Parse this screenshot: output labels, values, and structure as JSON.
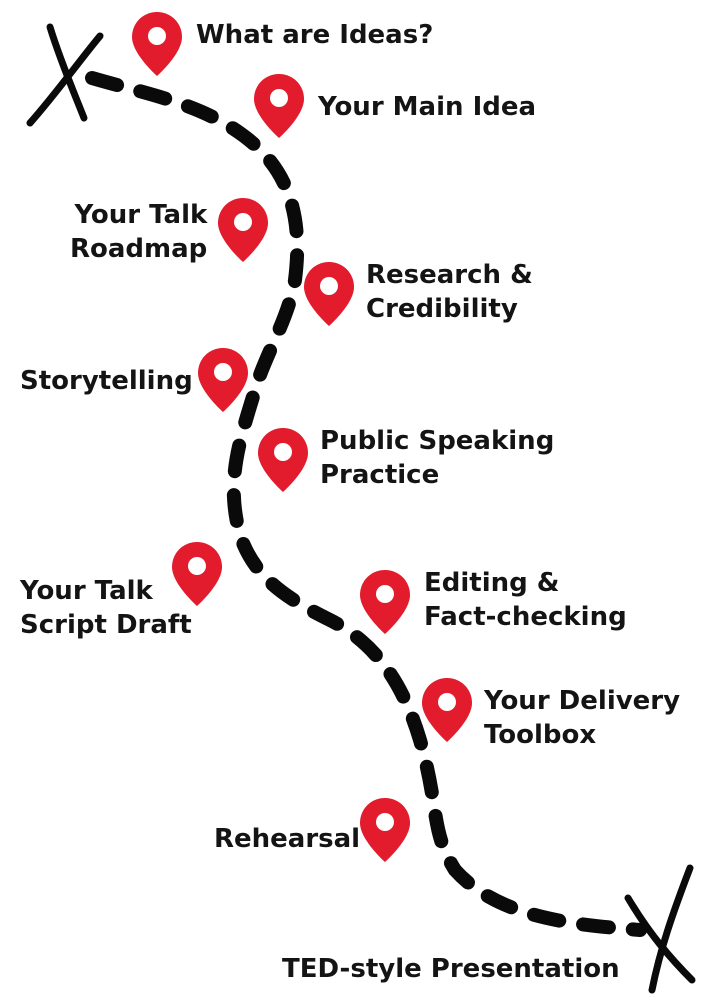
{
  "colors": {
    "pin": "#e21b2d",
    "pin_hole": "#ffffff",
    "path": "#0a0a0a",
    "text": "#141414"
  },
  "markers": {
    "start": "x-mark-icon",
    "end": "x-mark-icon"
  },
  "stops": [
    {
      "id": "what-are-ideas",
      "lines": [
        "What are Ideas?"
      ],
      "icon": "map-pin-icon"
    },
    {
      "id": "your-main-idea",
      "lines": [
        "Your Main Idea"
      ],
      "icon": "map-pin-icon"
    },
    {
      "id": "your-talk-roadmap",
      "lines": [
        "Your Talk",
        "Roadmap"
      ],
      "icon": "map-pin-icon"
    },
    {
      "id": "research-credibility",
      "lines": [
        "Research &",
        "Credibility"
      ],
      "icon": "map-pin-icon"
    },
    {
      "id": "storytelling",
      "lines": [
        "Storytelling"
      ],
      "icon": "map-pin-icon"
    },
    {
      "id": "public-speaking-practice",
      "lines": [
        "Public Speaking",
        "Practice"
      ],
      "icon": "map-pin-icon"
    },
    {
      "id": "your-talk-script-draft",
      "lines": [
        "Your Talk",
        "Script Draft"
      ],
      "icon": "map-pin-icon"
    },
    {
      "id": "editing-fact-checking",
      "lines": [
        "Editing &",
        "Fact-checking"
      ],
      "icon": "map-pin-icon"
    },
    {
      "id": "your-delivery-toolbox",
      "lines": [
        "Your Delivery",
        "Toolbox"
      ],
      "icon": "map-pin-icon"
    },
    {
      "id": "rehearsal",
      "lines": [
        "Rehearsal"
      ],
      "icon": "map-pin-icon"
    }
  ],
  "destination": {
    "lines": [
      "TED-style Presentation"
    ]
  }
}
